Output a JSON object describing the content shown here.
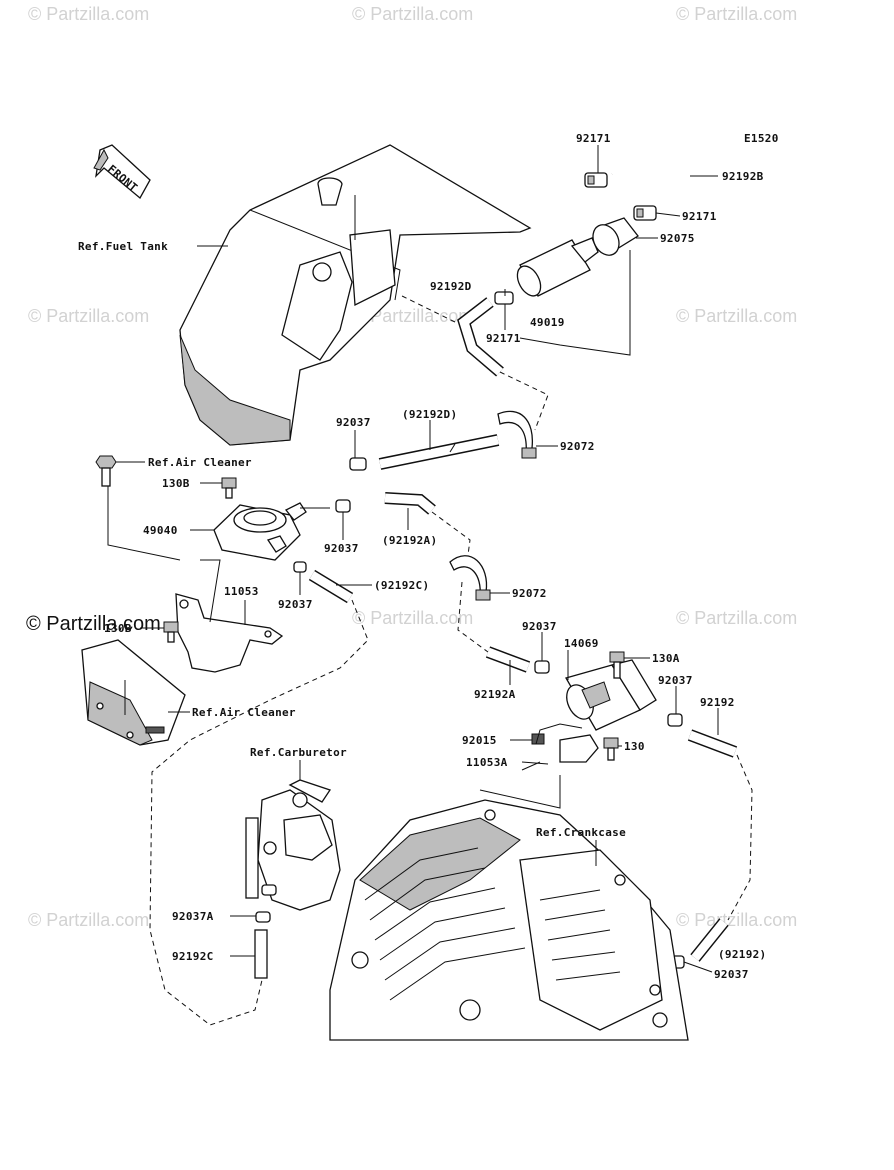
{
  "diagram_code": "E1520",
  "watermark": "© Partzilla.com",
  "front_label": "FRONT",
  "labels": [
    {
      "id": "92171-top",
      "text": "92171"
    },
    {
      "id": "92192b",
      "text": "92192B"
    },
    {
      "id": "92171-right",
      "text": "92171"
    },
    {
      "id": "92075",
      "text": "92075"
    },
    {
      "id": "ref-fuel-tank",
      "text": "Ref.Fuel Tank"
    },
    {
      "id": "92192d",
      "text": "92192D"
    },
    {
      "id": "49019",
      "text": "49019"
    },
    {
      "id": "92171-mid",
      "text": "92171"
    },
    {
      "id": "92037-a",
      "text": "92037"
    },
    {
      "id": "92192d-paren",
      "text": "(92192D)"
    },
    {
      "id": "92072-a",
      "text": "92072"
    },
    {
      "id": "ref-air-cleaner-a",
      "text": "Ref.Air Cleaner"
    },
    {
      "id": "130b-a",
      "text": "130B"
    },
    {
      "id": "49040",
      "text": "49040"
    },
    {
      "id": "92037-b",
      "text": "92037"
    },
    {
      "id": "92192a-paren",
      "text": "(92192A)"
    },
    {
      "id": "11053",
      "text": "11053"
    },
    {
      "id": "92037-c",
      "text": "92037"
    },
    {
      "id": "92192c-paren",
      "text": "(92192C)"
    },
    {
      "id": "92072-b",
      "text": "92072"
    },
    {
      "id": "130b-b",
      "text": "130B"
    },
    {
      "id": "92037-d",
      "text": "92037"
    },
    {
      "id": "14069",
      "text": "14069"
    },
    {
      "id": "130a",
      "text": "130A"
    },
    {
      "id": "92192a",
      "text": "92192A"
    },
    {
      "id": "92037-e",
      "text": "92037"
    },
    {
      "id": "92192",
      "text": "92192"
    },
    {
      "id": "ref-air-cleaner-b",
      "text": "Ref.Air Cleaner"
    },
    {
      "id": "92015",
      "text": "92015"
    },
    {
      "id": "130",
      "text": "130"
    },
    {
      "id": "11053a",
      "text": "11053A"
    },
    {
      "id": "ref-carburetor",
      "text": "Ref.Carburetor"
    },
    {
      "id": "ref-crankcase",
      "text": "Ref.Crankcase"
    },
    {
      "id": "92037a",
      "text": "92037A"
    },
    {
      "id": "92192c",
      "text": "92192C"
    },
    {
      "id": "92192-paren",
      "text": "(92192)"
    },
    {
      "id": "92037-f",
      "text": "92037"
    }
  ]
}
